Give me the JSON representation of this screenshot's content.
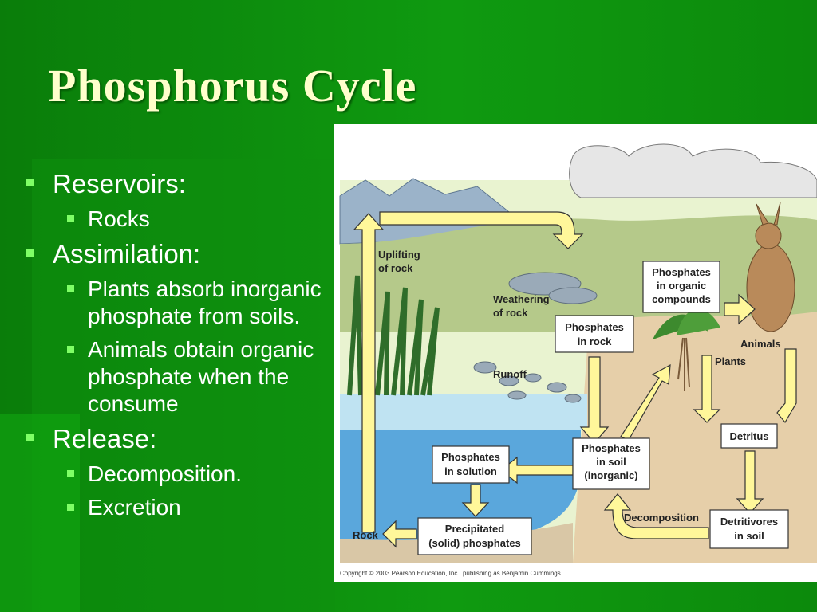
{
  "slide": {
    "title": "Phosphorus Cycle",
    "bullets": [
      {
        "label": "Reservoirs:",
        "sub": [
          "Rocks"
        ]
      },
      {
        "label": "Assimilation:",
        "sub": [
          "Plants absorb inorganic phosphate from soils.",
          "Animals obtain organic phosphate when the consume"
        ]
      },
      {
        "label": "Release:",
        "sub": [
          "Decomposition.",
          "Excretion"
        ]
      }
    ]
  },
  "diagram": {
    "labels": {
      "uplifting": [
        "Uplifting",
        "of rock"
      ],
      "weathering": [
        "Weathering",
        "of rock"
      ],
      "runoff": "Runoff",
      "rock": "Rock",
      "plants": "Plants",
      "animals": "Animals",
      "decomposition": "Decomposition"
    },
    "boxes": {
      "phosphates_organic": [
        "Phosphates",
        "in organic",
        "compounds"
      ],
      "phosphates_rock": [
        "Phosphates",
        "in rock"
      ],
      "phosphates_solution": [
        "Phosphates",
        "in solution"
      ],
      "phosphates_soil": [
        "Phosphates",
        "in soil",
        "(inorganic)"
      ],
      "precipitated": [
        "Precipitated",
        "(solid) phosphates"
      ],
      "detritus": "Detritus",
      "detritivores": [
        "Detritivores",
        "in soil"
      ]
    },
    "copyright": "Copyright © 2003 Pearson Education, Inc., publishing as Benjamin Cummings."
  }
}
